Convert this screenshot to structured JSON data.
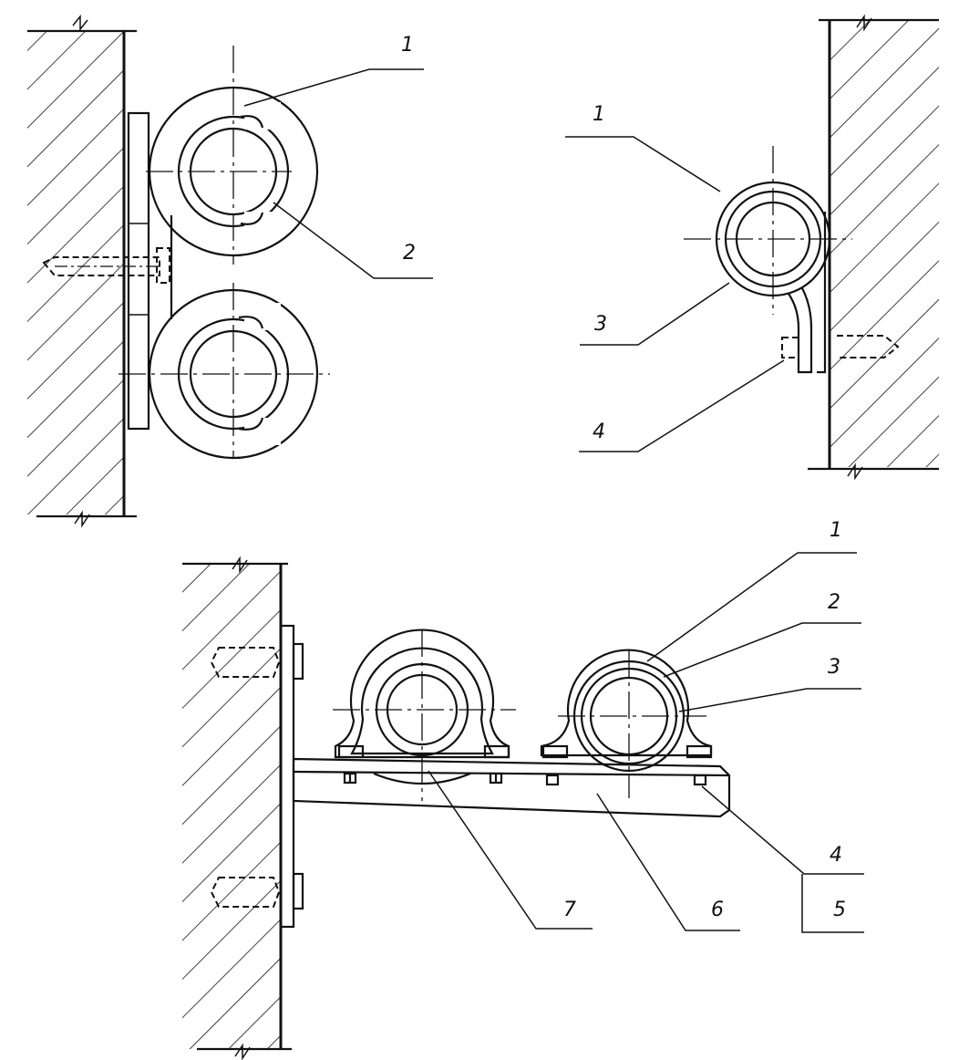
{
  "callouts": {
    "wall_pair": [
      "1",
      "2"
    ],
    "wall_single": [
      "1",
      "3",
      "4"
    ],
    "bracket": [
      "1",
      "2",
      "3",
      "4",
      "5",
      "6",
      "7"
    ]
  },
  "colors": {
    "ink": "#111111",
    "paper": "#ffffff"
  }
}
